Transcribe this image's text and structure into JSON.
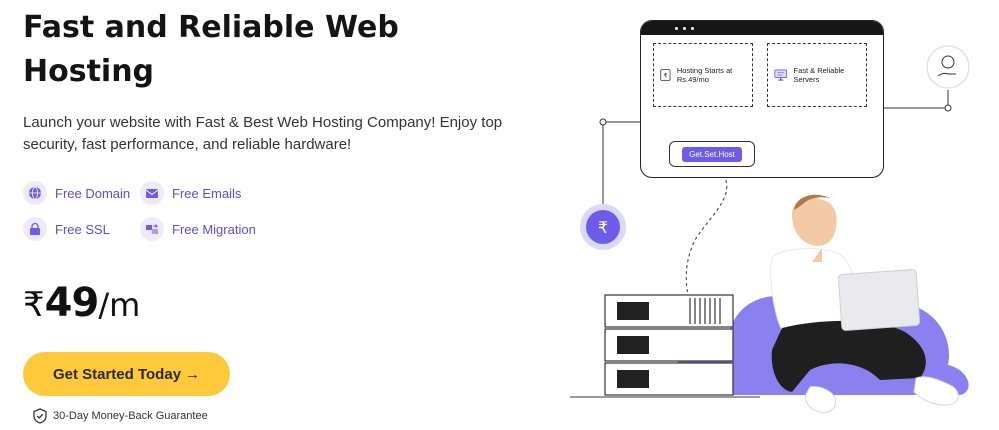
{
  "hero": {
    "title": "Fast and Reliable Web Hosting",
    "description": "Launch your website with Fast & Best Web Hosting Company! Enjoy top security, fast performance, and reliable hardware!"
  },
  "features": [
    {
      "label": "Free Domain",
      "icon": "globe-badge-icon"
    },
    {
      "label": "Free Emails",
      "icon": "envelope-icon"
    },
    {
      "label": "Free SSL",
      "icon": "ssl-lock-icon"
    },
    {
      "label": "Free Migration",
      "icon": "migration-icon"
    }
  ],
  "price": {
    "currency": "₹",
    "amount": "49",
    "period": "/m"
  },
  "cta": {
    "label": "Get Started Today",
    "arrow": "→"
  },
  "guarantee": {
    "label": "30-Day Money-Back Guarantee"
  },
  "illustration": {
    "panel_left": "Hosting Starts at Rs.49/mo",
    "panel_right": "Fast & Reliable Servers",
    "button": "Get.Set.Host",
    "rupee_symbol": "₹"
  },
  "colors": {
    "accent": "#6d5ce7",
    "cta": "#ffc93c",
    "feature_text": "#5b4ed8"
  }
}
